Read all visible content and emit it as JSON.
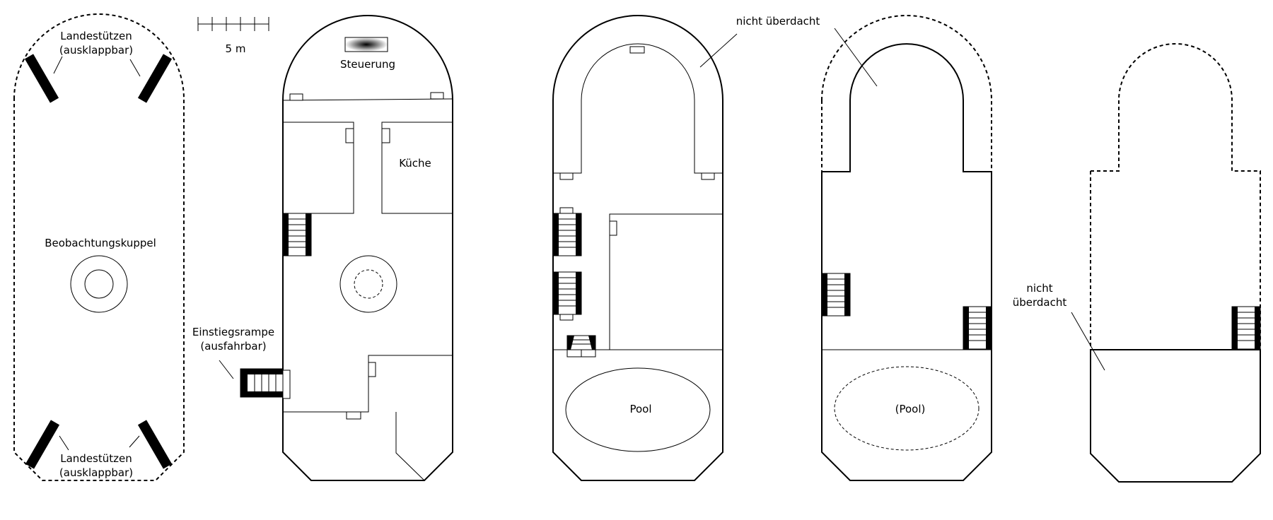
{
  "scale": {
    "label": "5 m"
  },
  "labels": {
    "landing_legs_top_1": "Landestützen",
    "landing_legs_top_2": "(ausklappbar)",
    "landing_legs_bottom_1": "Landestützen",
    "landing_legs_bottom_2": "(ausklappbar)",
    "observation_dome": "Beobachtungskuppel",
    "entry_ramp_1": "Einstiegsrampe",
    "entry_ramp_2": "(ausfahrbar)",
    "control": "Steuerung",
    "kitchen": "Küche",
    "uncovered_top": "nicht überdacht",
    "pool": "Pool",
    "pool_optional": "(Pool)",
    "uncovered_right_1": "nicht",
    "uncovered_right_2": "überdacht"
  }
}
